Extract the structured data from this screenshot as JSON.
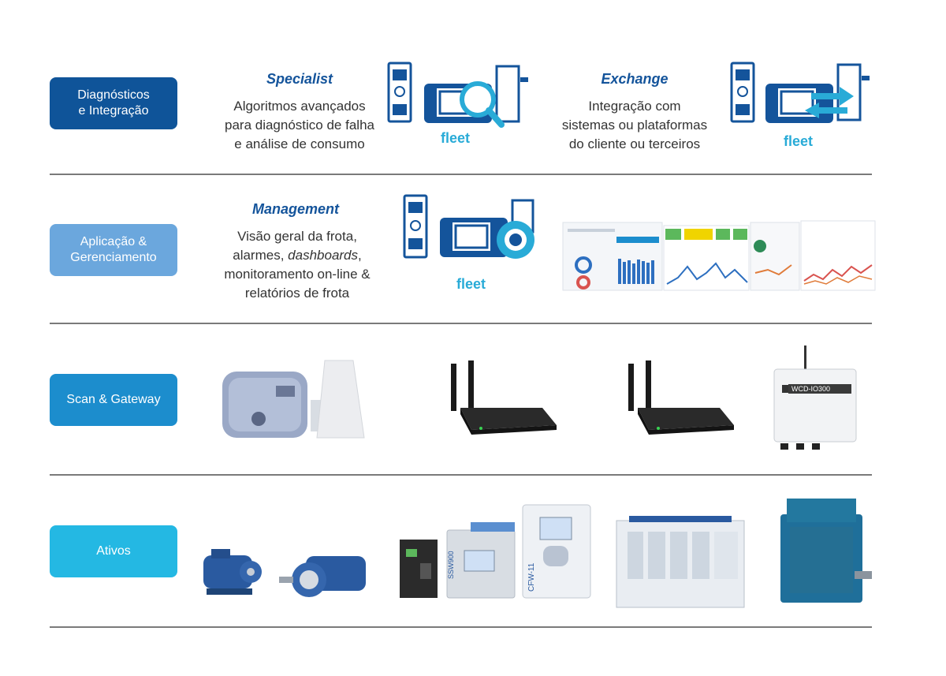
{
  "layers": [
    {
      "label": "Diagnósticos\ne Integração",
      "color": "#0f5499"
    },
    {
      "label": "Aplicação &\nGerenciamento",
      "color": "#6ba7dd"
    },
    {
      "label": "Scan & Gateway",
      "color": "#1c8dcd"
    },
    {
      "label": "Ativos",
      "color": "#24b8e3"
    }
  ],
  "solutions": {
    "specialist": {
      "title": "Specialist",
      "desc": "Algoritmos avançados\npara diagnóstico de falha\ne análise de consumo",
      "brand": "fleet"
    },
    "exchange": {
      "title": "Exchange",
      "desc": "Integração com\nsistemas ou plataformas\ndo cliente ou terceiros",
      "brand": "fleet"
    },
    "management": {
      "title": "Management",
      "desc_line1": "Visão geral da frota,",
      "desc_line2_pre": "alarmes, ",
      "desc_line2_em": "dashboards",
      "desc_line2_post": ",",
      "desc_line3": "monitoramento on-line &",
      "desc_line4": "relatórios de frota",
      "brand": "fleet"
    }
  },
  "devices": {
    "gateway_box_label": "WCD-IO300",
    "drive_a_label": "SSW900",
    "drive_b_label": "CFW-11"
  },
  "colors": {
    "accent_dark": "#14549b",
    "fleet_cyan": "#29abd7",
    "motor_blue": "#2a5aa0"
  }
}
